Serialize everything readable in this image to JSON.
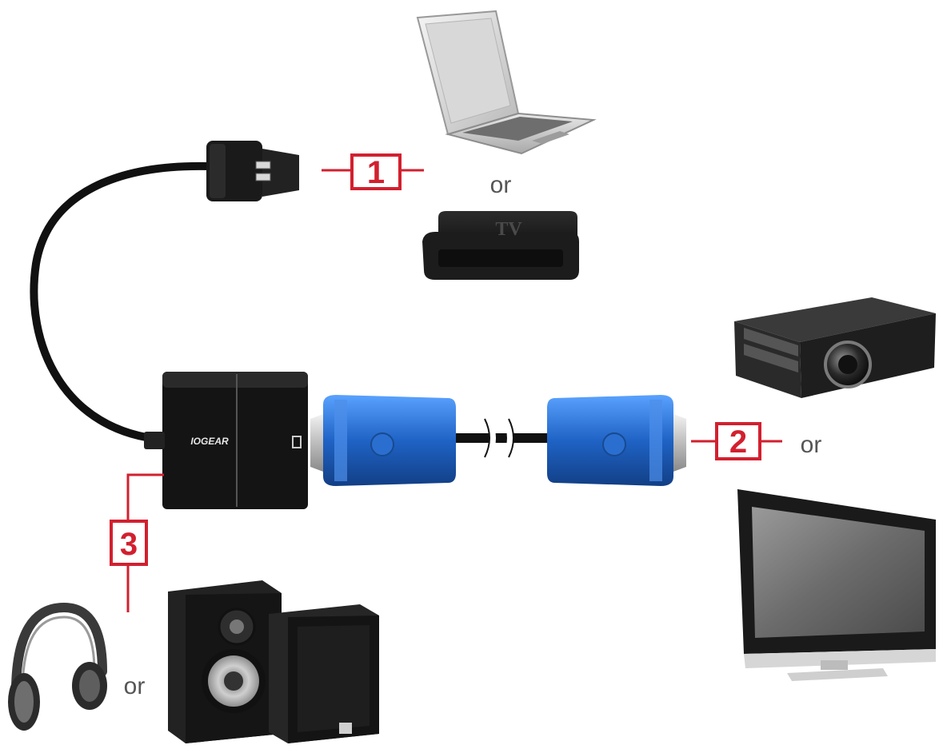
{
  "diagram": {
    "accent_color": "#d2202f",
    "cable_color": "#1a1a1a",
    "vga_color": "#2a6fd0",
    "adapter": {
      "icon": "hdmi-to-vga-audio-adapter",
      "brand": "IOGEAR"
    },
    "hdmi_plug": {
      "icon": "hdmi-plug"
    },
    "vga_cable": {
      "icon": "vga-cable"
    },
    "steps": [
      {
        "number": "1"
      },
      {
        "number": "2"
      },
      {
        "number": "3"
      }
    ],
    "sources": {
      "or_label": "or",
      "devices": [
        {
          "icon": "laptop"
        },
        {
          "icon": "media-box",
          "label": "TV"
        }
      ]
    },
    "displays": {
      "or_label": "or",
      "devices": [
        {
          "icon": "projector"
        },
        {
          "icon": "flat-screen-tv"
        }
      ]
    },
    "audio": {
      "or_label": "or",
      "devices": [
        {
          "icon": "headphones"
        },
        {
          "icon": "speakers"
        }
      ]
    }
  }
}
